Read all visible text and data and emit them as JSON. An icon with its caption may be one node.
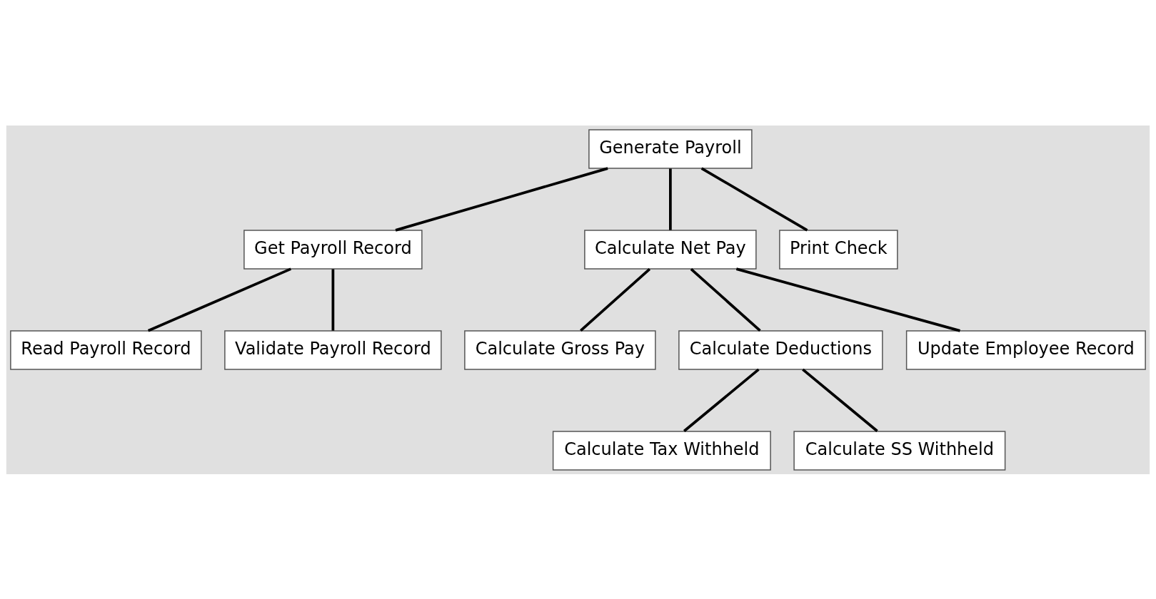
{
  "diagram": {
    "nodes": [
      {
        "text": [
          "Generate Payroll"
        ]
      },
      {
        "text": [
          "Get Payroll Record"
        ]
      },
      {
        "text": [
          "Calculate Net Pay"
        ]
      },
      {
        "text": [
          "Print Check"
        ]
      },
      {
        "text": [
          "Read Payroll Record"
        ]
      },
      {
        "text": [
          "Validate Payroll Record"
        ]
      },
      {
        "text": [
          "Calculate Gross Pay"
        ]
      },
      {
        "text": [
          "Calculate Deductions"
        ]
      },
      {
        "text": [
          "Update Employee Record"
        ]
      },
      {
        "text": [
          "Calculate Tax Withheld"
        ]
      },
      {
        "text": [
          "Calculate SS Withheld"
        ]
      }
    ],
    "edges": [
      {
        "from": 0,
        "to": 1,
        "arrow": "none"
      },
      {
        "from": 0,
        "to": 2,
        "arrow": "none"
      },
      {
        "from": 0,
        "to": 3,
        "arrow": "none"
      },
      {
        "from": 1,
        "to": 4,
        "arrow": "none"
      },
      {
        "from": 1,
        "to": 5,
        "arrow": "none"
      },
      {
        "from": 2,
        "to": 6,
        "arrow": "none"
      },
      {
        "from": 2,
        "to": 7,
        "arrow": "none"
      },
      {
        "from": 2,
        "to": 8,
        "arrow": "none"
      },
      {
        "from": 7,
        "to": 9,
        "arrow": "none"
      },
      {
        "from": 7,
        "to": 10,
        "arrow": "none"
      }
    ]
  }
}
